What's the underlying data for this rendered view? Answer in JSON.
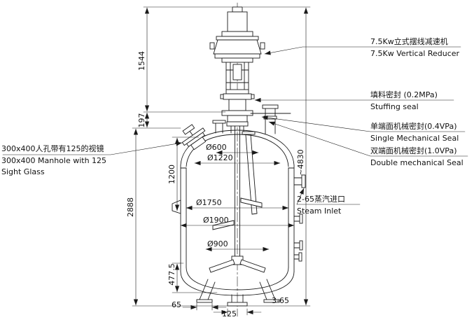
{
  "page": {
    "background": "#ffffff",
    "line_color": "#1a1a1a"
  },
  "annotations": {
    "reducer": {
      "cn": "7.5Kw立式摆线减速机",
      "en": "7.5Kw Vertical Reducer"
    },
    "stuffing_seal": {
      "cn": "填料密封 (0.2MPa)",
      "en": "Stuffing seal"
    },
    "single_seal": {
      "cn": "单端面机械密封(0.4VPa)",
      "en": "Single Mechanical Seal"
    },
    "double_seal": {
      "cn": "双端面机械密封(1.0VPa)",
      "en": "Double mechanical Seal"
    },
    "manhole": {
      "cn": "300x400人孔带有125的视镜",
      "en_line1": "300x400 Manhole with 125",
      "en_line2": "Sight Glass"
    },
    "steam_inlet": {
      "cn": "2-65蒸汽进口",
      "en": "Steam Inlet"
    }
  },
  "dimensions": {
    "drive_height": "1544",
    "seal_height": "197",
    "upper_inside": "1200",
    "shell_height": "2888",
    "bottom_height": "477.5",
    "overall_height": "~4830",
    "dia_neck": "Ø600",
    "dia_opening": "Ø1220",
    "dia_inner": "Ø1750",
    "dia_outer": "Ø1900",
    "dia_impeller": "Ø900",
    "foot_offset": "65",
    "outlet_size": "125",
    "leg_holes": "3-65"
  }
}
